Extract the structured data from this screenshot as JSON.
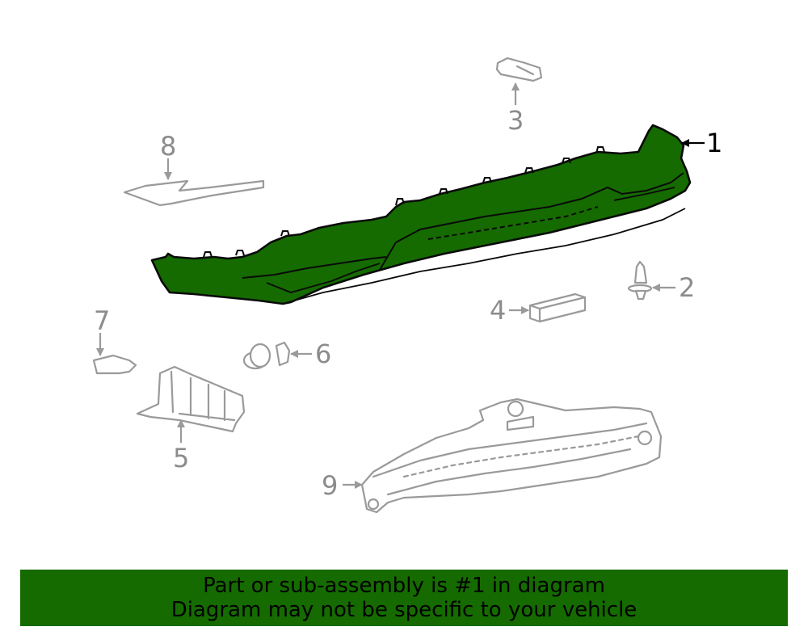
{
  "diagram": {
    "callouts": {
      "c1": "1",
      "c2": "2",
      "c3": "3",
      "c4": "4",
      "c5": "5",
      "c6": "6",
      "c7": "7",
      "c8": "8",
      "c9": "9"
    },
    "highlight_color": "#156b00",
    "line_color": "#9a9a9a"
  },
  "banner": {
    "line1": "Part or sub-assembly is #1 in diagram",
    "line2": "Diagram may not be specific to your vehicle",
    "background": "#156b00"
  }
}
